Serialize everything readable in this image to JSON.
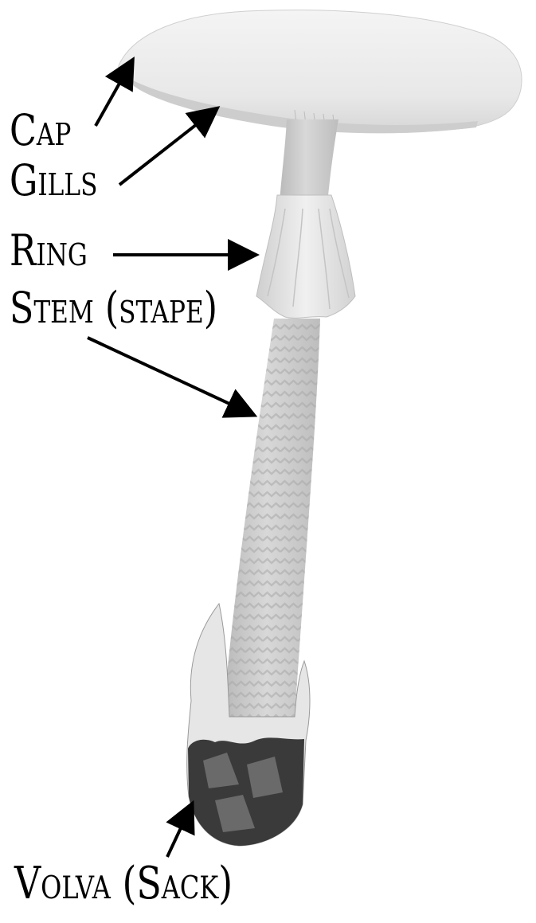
{
  "labels": {
    "cap": "Cap",
    "gills": "Gills",
    "ring": "Ring",
    "stem": "Stem (stape)",
    "volva": "Volva (Sack)"
  },
  "colors": {
    "background": "#ffffff",
    "text": "#000000",
    "arrow": "#000000",
    "cap": "#e9e9e9",
    "stem": "#c9c9c9",
    "volva_debris": "#3a3a3a"
  }
}
